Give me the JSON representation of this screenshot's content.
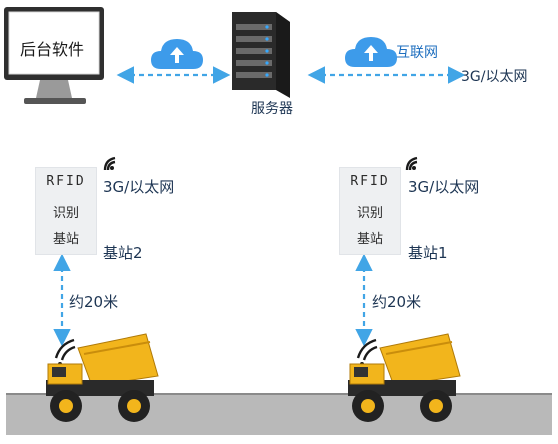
{
  "computer": {
    "label": "后台软件"
  },
  "server": {
    "label": "服务器"
  },
  "internet": {
    "label": "互联网",
    "network": "3G/以太网"
  },
  "stations": [
    {
      "rfid_lines": [
        "RFID",
        "识别",
        "基站"
      ],
      "name": "基站2",
      "network": "3G/以太网",
      "distance": "约20米"
    },
    {
      "rfid_lines": [
        "RFID",
        "识别",
        "基站"
      ],
      "name": "基站1",
      "network": "3G/以太网",
      "distance": "约20米"
    }
  ],
  "colors": {
    "arrow": "#41a5e6",
    "cloud": "#3d9bea",
    "ground": "#b9b9b9",
    "truck": "#f2b51c"
  }
}
